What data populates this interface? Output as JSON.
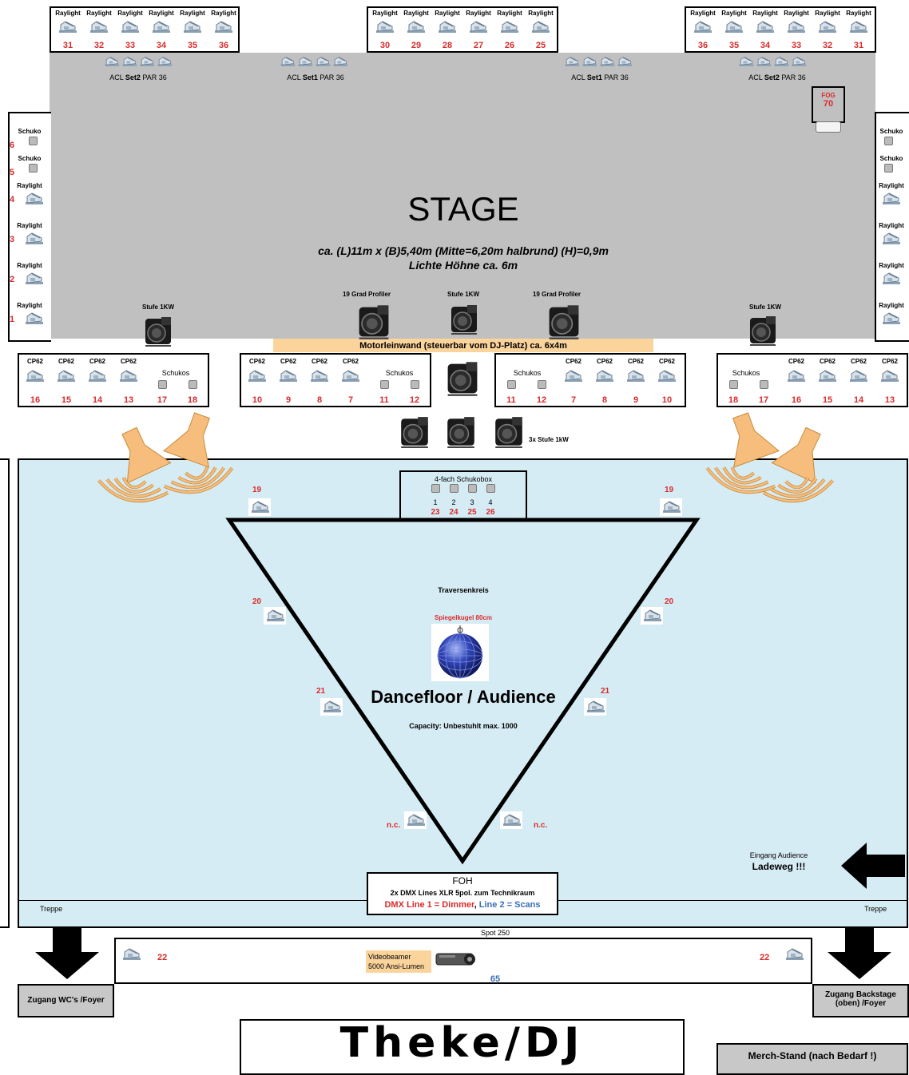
{
  "stage": {
    "title": "STAGE",
    "dims": "ca. (L)11m x (B)5,40m (Mitte=6,20m halbrund) (H)=0,9m",
    "height": "Lichte Höhne ca. 6m"
  },
  "top_left": {
    "label": "Raylight",
    "numbers": [
      "31",
      "32",
      "33",
      "34",
      "35",
      "36"
    ]
  },
  "top_center": {
    "label": "Raylight",
    "numbers": [
      "30",
      "29",
      "28",
      "27",
      "26",
      "25"
    ]
  },
  "top_right": {
    "label": "Raylight",
    "numbers": [
      "36",
      "35",
      "34",
      "33",
      "32",
      "31"
    ]
  },
  "acl": [
    {
      "pre": "ACL ",
      "bold": "Set2",
      "post": " PAR 36"
    },
    {
      "pre": "ACL ",
      "bold": "Set1",
      "post": " PAR 36"
    },
    {
      "pre": "ACL ",
      "bold": "Set1",
      "post": " PAR 36"
    },
    {
      "pre": "ACL ",
      "bold": "Set2",
      "post": " PAR 36"
    }
  ],
  "fog": {
    "label": "FOG",
    "number": "70"
  },
  "side": {
    "items": [
      {
        "label": "Schuko",
        "number": "6"
      },
      {
        "label": "Schuko",
        "number": "5"
      },
      {
        "label": "Raylight",
        "number": "4"
      },
      {
        "label": "Raylight",
        "number": "3"
      },
      {
        "label": "Raylight",
        "number": "2"
      },
      {
        "label": "Raylight",
        "number": "1"
      }
    ],
    "right_labels": [
      "Schuko",
      "Schuko",
      "Raylight",
      "Raylight",
      "Raylight",
      "Raylight"
    ]
  },
  "stage_lights": {
    "stufe": "Stufe 1KW",
    "profiler": "19 Grad Profiler"
  },
  "motor": "Motorleinwand (steuerbar vom DJ-Platz) ca. 6x4m",
  "cp": "CP62",
  "schukos": "Schukos",
  "box1": {
    "cp_numbers": [
      "16",
      "15",
      "14",
      "13"
    ],
    "sch_numbers": [
      "17",
      "18"
    ]
  },
  "box2": {
    "cp_numbers": [
      "10",
      "9",
      "8",
      "7"
    ],
    "sch_numbers": [
      "11",
      "12"
    ]
  },
  "box3": {
    "sch_numbers": [
      "11",
      "12"
    ],
    "cp_numbers": [
      "7",
      "8",
      "9",
      "10"
    ]
  },
  "box4": {
    "sch_numbers": [
      "18",
      "17"
    ],
    "cp_numbers": [
      "16",
      "15",
      "14",
      "13"
    ]
  },
  "stufe3": "3x Stufe 1kW",
  "schukobox": {
    "title": "4-fach Schukobox",
    "ports": [
      "1",
      "2",
      "3",
      "4"
    ],
    "numbers": [
      "23",
      "24",
      "25",
      "26"
    ]
  },
  "floor": {
    "traverse": "Traversenkreis",
    "mirror": "Spiegelkugel 80cm",
    "title": "Dancefloor / Audience",
    "capacity": "Capacity: Unbestuhlt max. 1000",
    "n19": "19",
    "n20": "20",
    "n21": "21",
    "nc": "n.c."
  },
  "foh": {
    "title": "FOH",
    "line": "2x DMX Lines XLR 5pol. zum Technikraum",
    "dmx1": "DMX Line 1 = Dimmer",
    "sep": ", ",
    "dmx2": "Line 2 = Scans"
  },
  "entrance": {
    "label": "Eingang Audience",
    "sub": "Ladeweg !!!"
  },
  "treppe": "Treppe",
  "spot250": "Spot 250",
  "bottom": {
    "n22": "22",
    "beamer1": "Videobeamer",
    "beamer2": "5000 Ansi-Lumen",
    "n65": "65",
    "wc": "Zugang WC's /Foyer",
    "backstage1": "Zugang Backstage",
    "backstage2": "(oben) /Foyer",
    "theke": "Theke/DJ",
    "merch": "Merch-Stand (nach Bedarf !)"
  },
  "colors": {
    "stage": "#c0c0c0",
    "floor": "#d6ecf4",
    "motor": "#fbd49c",
    "red": "#d92b2b",
    "blue": "#3a6fb5",
    "speaker": "#f6bd7c"
  },
  "icons": {
    "raylight": "raylight-icon",
    "stufe": "stufe-spot-icon",
    "profiler": "profiler-icon",
    "schuko": "schuko-socket-icon",
    "mirrorball": "mirrorball-icon",
    "beamer": "beamer-icon",
    "arrow": "arrow-icon",
    "speaker": "speaker-icon"
  }
}
